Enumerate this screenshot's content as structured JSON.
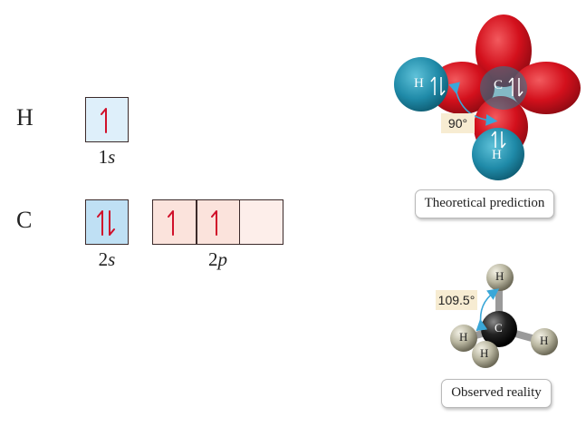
{
  "orbital_diagram": {
    "hydrogen": {
      "element": "H",
      "orbital": "1",
      "orbital_type": "s",
      "electrons": [
        "up"
      ]
    },
    "carbon": {
      "element": "C",
      "s_orbital": "2",
      "s_orbital_type": "s",
      "s_electrons": [
        "up",
        "down"
      ],
      "p_orbital": "2",
      "p_orbital_type": "p",
      "p_electrons": [
        [
          "up"
        ],
        [
          "up"
        ],
        []
      ]
    }
  },
  "theoretical": {
    "caption": "Theoretical prediction",
    "angle": "90°",
    "atoms": {
      "left": "H",
      "center": "C",
      "bottom": "H"
    },
    "colors": {
      "lobe": "#d3101c",
      "hydrogen": "#1f8aa8"
    }
  },
  "observed": {
    "caption": "Observed reality",
    "angle": "109.5°",
    "atoms": {
      "center": "C",
      "top": "H",
      "left": "H",
      "bottom": "H",
      "right": "H"
    }
  },
  "colors": {
    "box_s_fill": "#cfe6f6",
    "box_s_fill_light": "#deeffa",
    "box_p_fill": "#fbe3dc",
    "box_p_empty": "#fdeeea",
    "arrow": "#d0102a",
    "angle_arrow": "#3aa7d8"
  }
}
